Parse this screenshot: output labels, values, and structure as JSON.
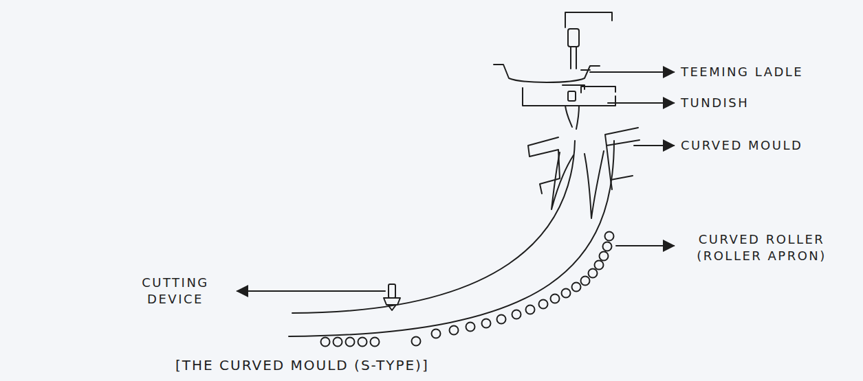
{
  "diagram": {
    "caption": "[THE CURVED MOULD (S-TYPE)]",
    "labels": [
      "TEEMING LADLE",
      "TUNDISH",
      "CURVED MOULD",
      "CURVED ROLLER (ROLLER APRON)",
      "CUTTING DEVICE"
    ]
  }
}
